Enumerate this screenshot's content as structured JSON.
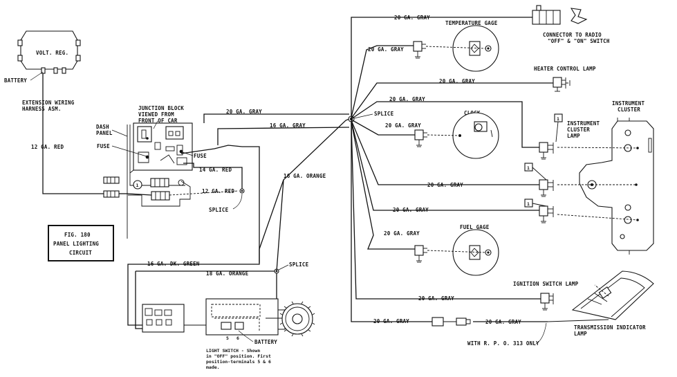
{
  "figure": {
    "number": "FIG. 180",
    "title_line1": "PANEL LIGHTING",
    "title_line2": "CIRCUIT"
  },
  "components": {
    "volt_reg": "VOLT. REG.",
    "battery_top": "BATTERY",
    "extension_line1": "EXTENSION WIRING",
    "extension_line2": "HARNESS ASM.",
    "junction_line1": "JUNCTION BLOCK",
    "junction_line2": "VIEWED FROM",
    "junction_line3": "FRONT OF CAR",
    "dash_line1": "DASH",
    "dash_line2": "PANEL",
    "fuse_left": "FUSE",
    "fuse_right": "FUSE",
    "circle_marker": "1",
    "splice_left": "SPLICE",
    "splice_center": "SPLICE",
    "splice_bottom": "SPLICE",
    "temp_gage": "TEMPERATURE GAGE",
    "radio_line1": "CONNECTOR TO RADIO",
    "radio_line2": "\"OFF\" & \"ON\" SWITCH",
    "heater_lamp": "HEATER CONTROL LAMP",
    "clock": "CLOCK",
    "cluster_line1": "INSTRUMENT",
    "cluster_line2": "CLUSTER",
    "cluster_lamp_line1": "INSTRUMENT",
    "cluster_lamp_line2": "CLUSTER",
    "cluster_lamp_line3": "LAMP",
    "fuel_gage": "FUEL GAGE",
    "ignition_lamp": "IGNITION SWITCH LAMP",
    "trans_line1": "TRANSMISSION INDICATOR",
    "trans_line2": "LAMP",
    "rpo": "WITH R. P. O. 313 ONLY",
    "light_switch_line1": "LIGHT SWITCH - Shown",
    "light_switch_line2": "in \"OFF\" position.  First",
    "light_switch_line3": "position-terminals 5 & 6",
    "light_switch_line4": "made.",
    "battery_bottom": "BATTERY",
    "terminal_5": "5",
    "terminal_6": "6",
    "lamp_box": "1"
  },
  "wires": {
    "red_12": "12 GA. RED",
    "red_14": "14 GA. RED",
    "red_12b": "12 GA. RED",
    "gray_20": "20 GA. GRAY",
    "gray_16": "16 GA. GRAY",
    "orange_16": "16 GA. ORANGE",
    "green_16": "16 GA. DK. GREEN",
    "orange_18": "18 GA. ORANGE"
  }
}
